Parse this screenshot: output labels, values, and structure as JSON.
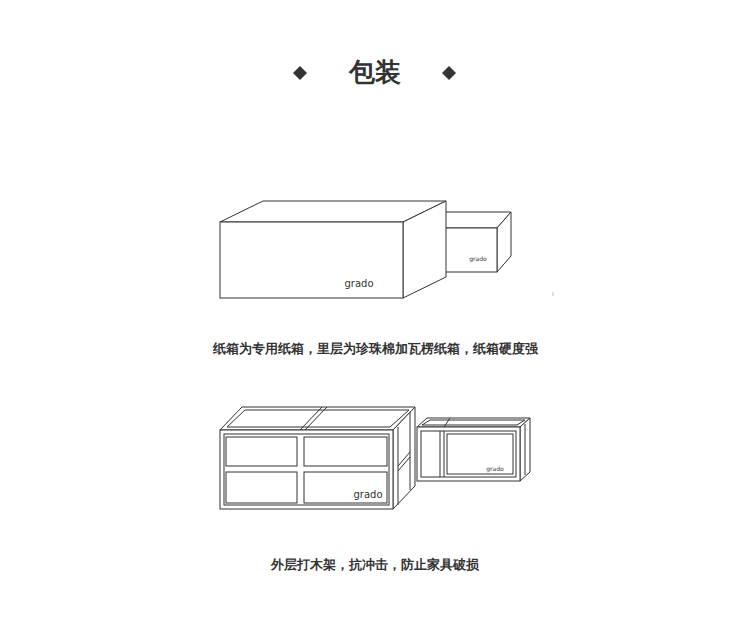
{
  "diagram": {
    "title": "包装",
    "labels": [
      "grado",
      "grado",
      "纸箱为专用纸箱，里层为珍珠棉加瓦楞纸箱，纸箱硬度强",
      "grado",
      "grado",
      "外层打木架，抗冲击，防止家具破损"
    ]
  }
}
